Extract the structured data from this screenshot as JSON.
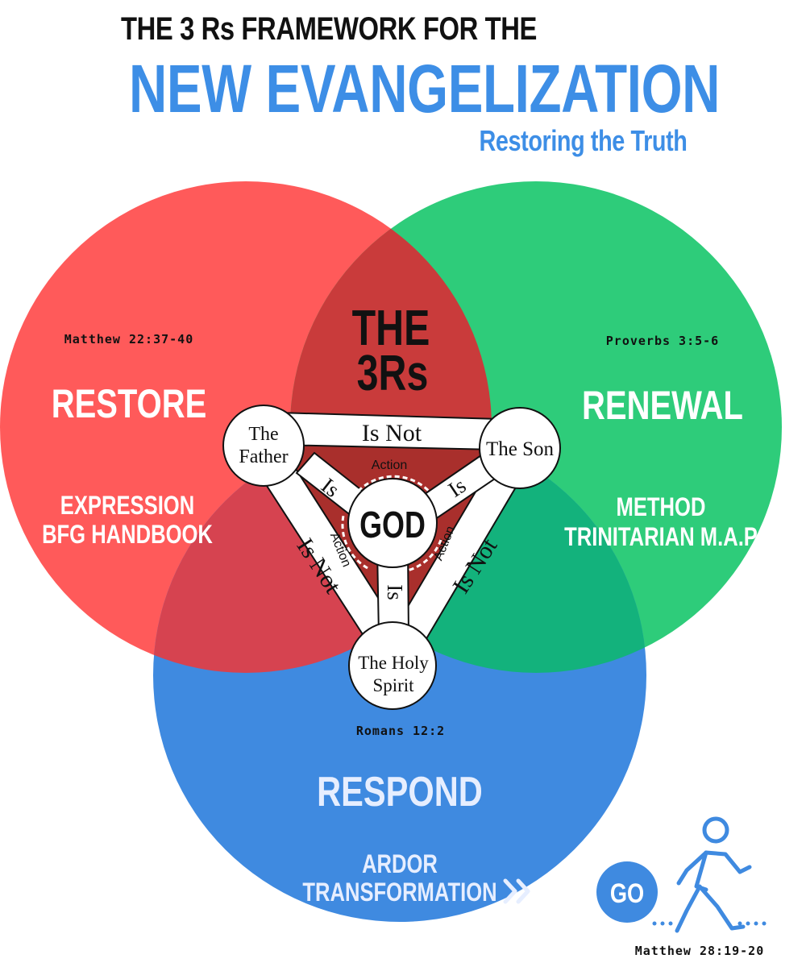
{
  "title": {
    "line1": "THE 3 Rs FRAMEWORK FOR THE",
    "line2": "NEW EVANGELIZATION",
    "subtitle": "Restoring the Truth"
  },
  "colors": {
    "accent_blue": "#3d8ee6",
    "restore_red": "#ff5a5a",
    "renewal_green": "#2ecc7a",
    "respond_blue": "#3f8ae0",
    "overlap_dark_red": "#c93b3b"
  },
  "center": {
    "heading_line1": "THE",
    "heading_line2": "3Rs"
  },
  "circles": {
    "restore": {
      "reference": "Matthew 22:37-40",
      "title": "RESTORE",
      "line1": "EXPRESSION",
      "line2": "BFG HANDBOOK"
    },
    "renewal": {
      "reference": "Proverbs 3:5-6",
      "title": "RENEWAL",
      "line1": "METHOD",
      "line2": "TRINITARIAN M.A.P"
    },
    "respond": {
      "reference": "Romans 12:2",
      "title": "RESPOND",
      "line1": "ARDOR",
      "line2": "TRANSFORMATION",
      "arrow_icon": "double-chevron-right-icon"
    }
  },
  "trinity": {
    "father": "The Father",
    "son": "The Son",
    "spirit_line1": "The Holy",
    "spirit_line2": "Spirit",
    "god": "GOD",
    "is_not": "Is Not",
    "is": "Is",
    "action": "Action"
  },
  "go": {
    "badge": "GO",
    "icon": "walking-person-icon",
    "reference": "Matthew 28:19-20"
  }
}
